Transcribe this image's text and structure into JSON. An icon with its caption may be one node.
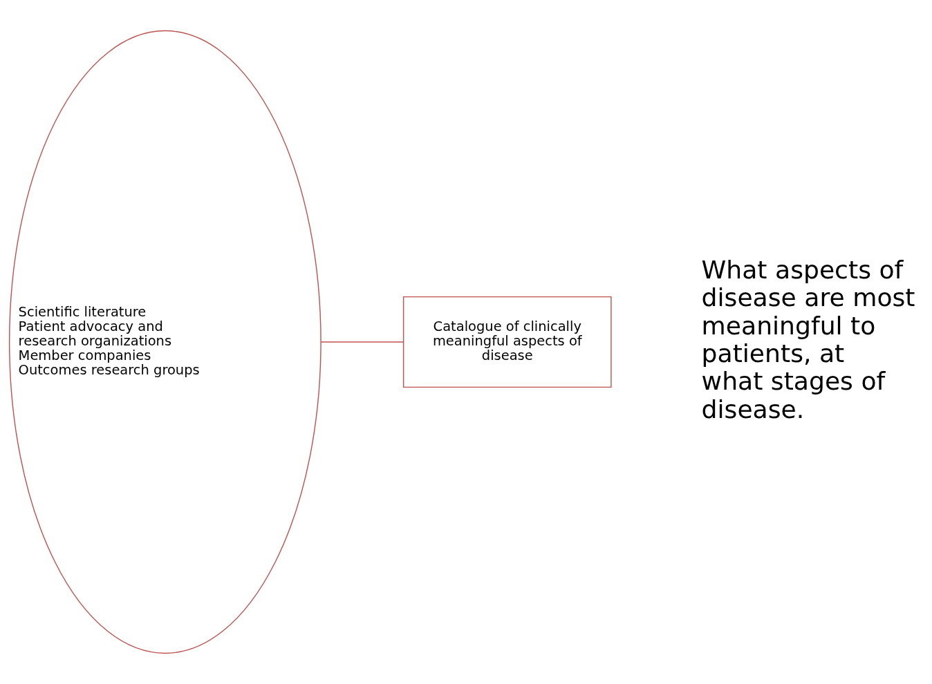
{
  "diagram": {
    "nodes": [
      {
        "text": [
          "Scientific literature",
          "Patient advocacy and research organizations",
          "Member companies",
          "Outcomes research groups"
        ]
      },
      {
        "text": [
          "Catalogue of clinically meaningful aspects of disease"
        ]
      }
    ],
    "edges": [
      {
        "from": 0,
        "to": 1,
        "arrow": "none",
        "color": "#c0504d"
      }
    ],
    "labels": [
      "What aspects of disease are most meaningful to patients, at what stages of disease."
    ]
  }
}
